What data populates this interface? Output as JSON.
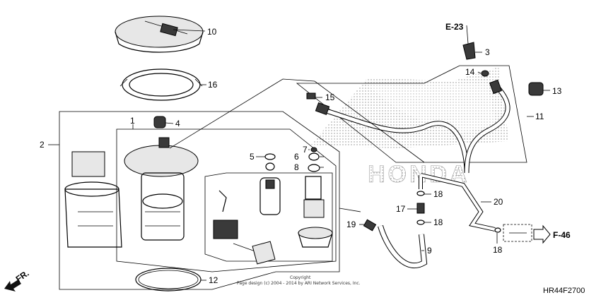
{
  "callouts": {
    "c1": "1",
    "c2": "2",
    "c3": "3",
    "c4": "4",
    "c5": "5",
    "c6": "6",
    "c7": "7",
    "c8": "8",
    "c9": "9",
    "c10": "10",
    "c11": "11",
    "c12": "12",
    "c13": "13",
    "c14": "14",
    "c15": "15",
    "c16": "16",
    "c17": "17",
    "c18a": "18",
    "c18b": "18",
    "c18c": "18",
    "c19": "19",
    "c20": "20"
  },
  "refs": {
    "e23": "E-23",
    "f46": "F-46",
    "fr": "FR."
  },
  "watermark": "HONDA",
  "copyright": {
    "line1": "Copyright",
    "line2": "Page design (c) 2004 - 2014 by ARI Network Services, Inc."
  },
  "diagram_code": "HR44F2700"
}
